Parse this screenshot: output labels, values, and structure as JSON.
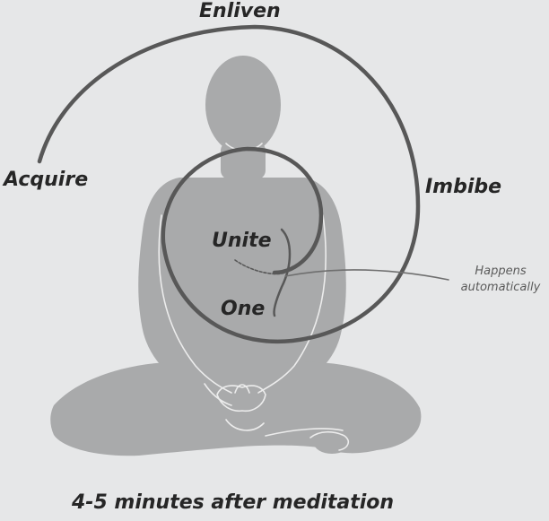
{
  "diagram": {
    "labels": {
      "enliven": "Enliven",
      "acquire": "Acquire",
      "imbibe": "Imbibe",
      "unite": "Unite",
      "one": "One",
      "happens_line1": "Happens",
      "happens_line2": "automatically"
    },
    "caption": "4-5 minutes after meditation",
    "colors": {
      "background": "#e6e7e8",
      "figure": "#a9aaab",
      "figure_outline": "#ececec",
      "spiral": "#585858",
      "text": "#262626",
      "annotation_text": "#5b5b5b"
    },
    "icons": [
      "meditating-figure-icon",
      "spiral-icon"
    ]
  }
}
